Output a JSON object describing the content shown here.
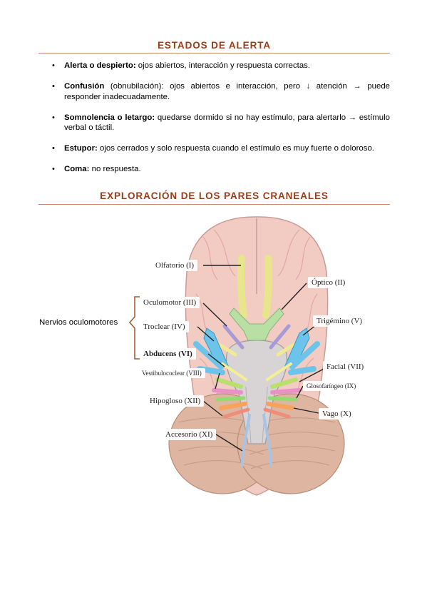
{
  "section1": {
    "title": "ESTADOS DE ALERTA",
    "items": [
      {
        "term": "Alerta o despierto:",
        "text": " ojos abiertos, interacción y respuesta correctas."
      },
      {
        "term": "Confusión",
        "text": " (obnubilación): ojos abiertos e interacción, pero ↓ atención → puede responder inadecuadamente."
      },
      {
        "term": "Somnolencia o letargo:",
        "text": " quedarse dormido si no hay estímulo, para alertarlo → estímulo verbal o táctil."
      },
      {
        "term": "Estupor:",
        "text": " ojos cerrados y solo respuesta cuando el estímulo es muy fuerte o doloroso."
      },
      {
        "term": "Coma:",
        "text": " no respuesta."
      }
    ]
  },
  "section2": {
    "title": "EXPLORACIÓN DE LOS PARES CRANEALES"
  },
  "figure": {
    "group_label": "Nervios oculomotores",
    "labels": {
      "olfatorio": "Olfatorio (I)",
      "optico": "Óptico (II)",
      "oculomotor": "Oculomotor (III)",
      "troclear": "Troclear (IV)",
      "trigemino": "Trigémino (V)",
      "abducens": "Abducens (VI)",
      "facial": "Facial (VII)",
      "vestibulococlear": "Vestibulococlear (VIII)",
      "glosofaringeo": "Glosofaríngeo (IX)",
      "vago": "Vago (X)",
      "accesorio": "Accesorio (XI)",
      "hipogloso": "Hipogloso (XII)"
    },
    "colors": {
      "cerebrum": "#f2cbc3",
      "cerebellum": "#ddb5a0",
      "brainstem": "#d8d4d6",
      "olfactory": "#e8e58c",
      "optic": "#b9e0a4",
      "oculomotor": "#a79ad6",
      "trochlear": "#f1ea93",
      "trigeminal": "#6cc4ea",
      "abducens": "#f4ef94",
      "facial": "#b7e06c",
      "vestibulocochlear": "#e891c7",
      "glossopharyngeal": "#8fdc70",
      "vagus": "#f6a35c",
      "accessory": "#a9c4e3",
      "hypoglossal": "#f08c7a",
      "title_color": "#9b3c17"
    }
  }
}
